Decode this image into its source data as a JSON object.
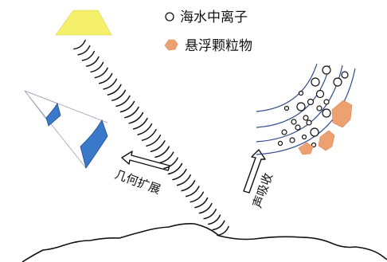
{
  "legend": {
    "ions_label": "海水中离子",
    "particles_label": "悬浮颗粒物"
  },
  "labels": {
    "geometric_spreading": "几何扩展",
    "sound_absorption": "声吸收"
  },
  "colors": {
    "transducer": "#f4f06a",
    "spreading_patch": "#3a78c9",
    "particle": "#eda070",
    "wave_rings": "#334a8a",
    "ink": "#111111"
  },
  "icons": {
    "ion_symbol": "open-circle",
    "particle_symbol": "orange-blob"
  }
}
